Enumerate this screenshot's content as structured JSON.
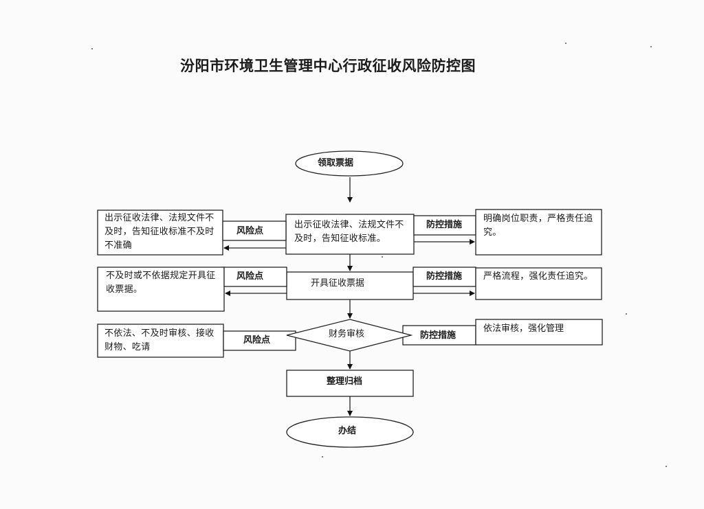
{
  "title": "汾阳市环境卫生管理中心行政征收风险防控图",
  "flow": {
    "start": "领取票据",
    "steps": [
      {
        "label": "出示征收法律、法规文件不及时，告知征收标准。",
        "risk_tag": "风险点",
        "risk": "出示征收法律、法规文件不及时，告知征收标准不及时不准确",
        "control_tag": "防控措施",
        "control": "明确岗位职责，严格责任追究。"
      },
      {
        "label": "开具征收票据",
        "risk_tag": "风险点",
        "risk": "不及时或不依据规定开具征收票据。",
        "control_tag": "防控措施",
        "control": "严格流程，强化责任追究。"
      },
      {
        "label": "财务审核",
        "shape": "decision",
        "risk_tag": "风险点",
        "risk": "不依法、不及时审核、接收财物、吃请",
        "control_tag": "防控措施",
        "control": "依法审核，强化管理"
      },
      {
        "label": "整理归档"
      }
    ],
    "end": "办结"
  }
}
